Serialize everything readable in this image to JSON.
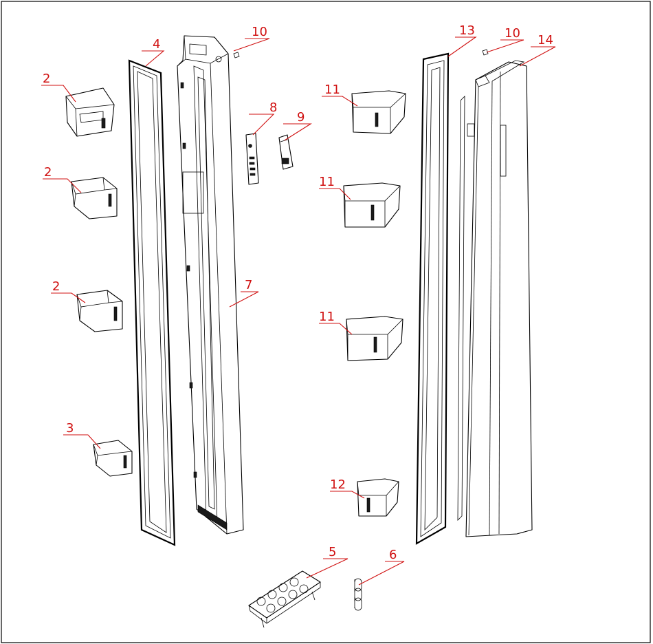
{
  "diagram": {
    "callouts": [
      {
        "id": "c2a",
        "label": "2"
      },
      {
        "id": "c2b",
        "label": "2"
      },
      {
        "id": "c2c",
        "label": "2"
      },
      {
        "id": "c3",
        "label": "3"
      },
      {
        "id": "c4",
        "label": "4"
      },
      {
        "id": "c5",
        "label": "5"
      },
      {
        "id": "c6",
        "label": "6"
      },
      {
        "id": "c7",
        "label": "7"
      },
      {
        "id": "c8",
        "label": "8"
      },
      {
        "id": "c9",
        "label": "9"
      },
      {
        "id": "c10a",
        "label": "10"
      },
      {
        "id": "c10b",
        "label": "10"
      },
      {
        "id": "c11a",
        "label": "11"
      },
      {
        "id": "c11b",
        "label": "11"
      },
      {
        "id": "c11c",
        "label": "11"
      },
      {
        "id": "c12",
        "label": "12"
      },
      {
        "id": "c13",
        "label": "13"
      },
      {
        "id": "c14",
        "label": "14"
      }
    ],
    "colors": {
      "line": "#000000",
      "callout": "#d01010",
      "background": "#ffffff"
    }
  }
}
